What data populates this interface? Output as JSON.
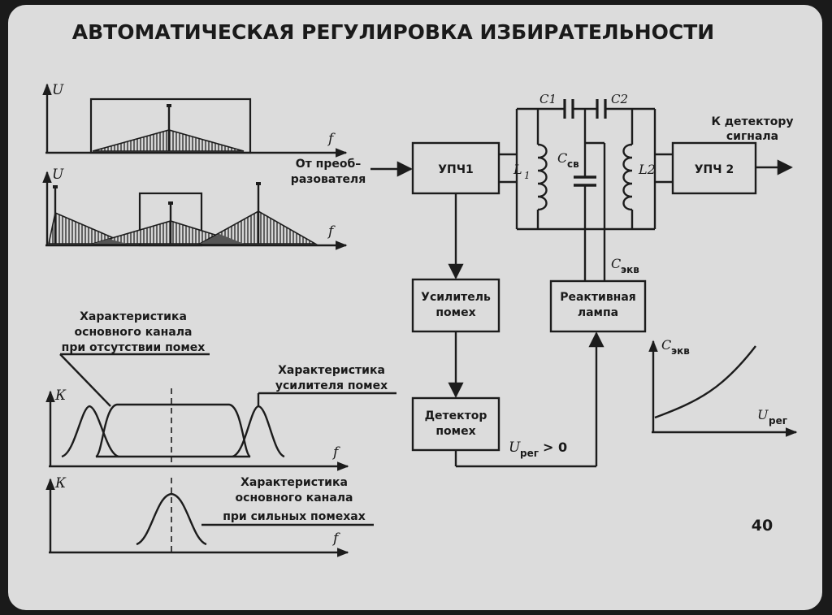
{
  "title": "АВТОМАТИЧЕСКАЯ РЕГУЛИРОВКА ИЗБИРАТЕЛЬНОСТИ",
  "page_number": "40",
  "spectra": {
    "axis_u": "U",
    "axis_f": "f"
  },
  "curves": {
    "axis_k": "К",
    "axis_f": "f",
    "label_main_lines": [
      "Характеристика",
      "основного канала",
      "при отсутствии помех"
    ],
    "label_amp_lines": [
      "Характеристика",
      "усилителя помех"
    ],
    "label_strong_lines": [
      "Характеристика",
      "основного канала",
      "при сильных помехах"
    ]
  },
  "block_diagram": {
    "input_lines": [
      "От преоб–",
      "разователя"
    ],
    "output_lines": [
      "К детектору",
      "сигнала"
    ],
    "upch1": "УПЧ1",
    "upch2": "УПЧ 2",
    "noise_amp_lines": [
      "Усилитель",
      "помех"
    ],
    "noise_det_lines": [
      "Детектор",
      "помех"
    ],
    "reactive_lines": [
      "Реактивная",
      "лампа"
    ],
    "c1": "C1",
    "c2": "C2",
    "l1": "L",
    "l1_sub": "1",
    "l2": "L2",
    "c_cv": "C",
    "c_cv_sub": "св",
    "c_ekv": "C",
    "c_ekv_sub": "экв",
    "u_reg": "U",
    "u_reg_sub": "рег",
    "u_reg_cond": "> 0"
  },
  "graph_cekv": {
    "y_label": "C",
    "y_label_sub": "экв",
    "x_label": "U",
    "x_label_sub": "рег"
  }
}
